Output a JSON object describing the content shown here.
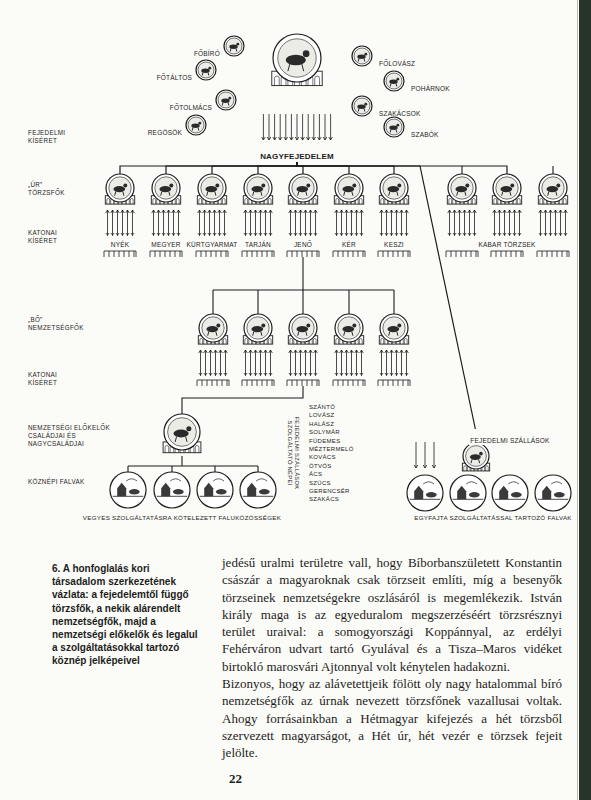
{
  "diagram": {
    "caption": "6. A honfoglalás kori társadalom szerkezetének vázlata: a fejedelemtől függő törzsfők, a nekik alárendelt nemzetségfők, majd a nemzetségi előkelők és legalul a szolgáltatásokkal tartozó köznép jelképeivel",
    "nodes": [
      {
        "text": [
          "NAGYFEJEDELEM"
        ]
      },
      {
        "text": [
          "FŐBÍRÓ"
        ]
      },
      {
        "text": [
          "FŐTÁLTOS"
        ]
      },
      {
        "text": [
          "FŐTOLMÁCS"
        ]
      },
      {
        "text": [
          "REGÖSÖK"
        ]
      },
      {
        "text": [
          "FŐLOVÁSZ"
        ]
      },
      {
        "text": [
          "POHÁRNOK"
        ]
      },
      {
        "text": [
          "SZAKÁCSOK"
        ]
      },
      {
        "text": [
          "SZABÓK"
        ]
      },
      {
        "text": [
          "NYÉK"
        ]
      },
      {
        "text": [
          "MEGYER"
        ]
      },
      {
        "text": [
          "KÜRTGYARMAT"
        ]
      },
      {
        "text": [
          "TARJÁN"
        ]
      },
      {
        "text": [
          "JENŐ"
        ]
      },
      {
        "text": [
          "KÉR"
        ]
      },
      {
        "text": [
          "KESZI"
        ]
      },
      {
        "text": [
          "KABAR TÖRZSEK"
        ]
      },
      {
        "text": [
          "FEJEDELMI SZÁLLÁSOK"
        ]
      }
    ],
    "edges": [
      {
        "from": 0,
        "to": 9,
        "arrow": "none"
      },
      {
        "from": 0,
        "to": 10,
        "arrow": "none"
      },
      {
        "from": 0,
        "to": 11,
        "arrow": "none"
      },
      {
        "from": 0,
        "to": 12,
        "arrow": "none"
      },
      {
        "from": 0,
        "to": 13,
        "arrow": "none"
      },
      {
        "from": 0,
        "to": 14,
        "arrow": "none"
      },
      {
        "from": 0,
        "to": 15,
        "arrow": "none"
      },
      {
        "from": 0,
        "to": 16,
        "arrow": "none"
      },
      {
        "from": 0,
        "to": 17,
        "arrow": "none"
      }
    ],
    "labels": [
      "FEJEDELMI KÍSÉRET",
      "„ÚR” TÖRZSFŐK",
      "KATONAI KÍSÉRET",
      "„BŐ” NEMZETSÉGFŐK",
      "KATONAI KÍSÉRET",
      "NEMZETSÉGI ELŐKELŐK CSALÁDJAI ÉS NAGYCSALÁDJAI",
      "KÖZNÉPI FALVAK",
      "FEJEDELMI SZÁLLÁSOK SZOLGÁLTATÓ NÉPEI",
      "SZÁNTÓ",
      "LOVÁSZ",
      "HALÁSZ",
      "SOLYMÁR",
      "FÜDEMES",
      "MÉZTERMELŐ",
      "KOVÁCS",
      "ÖTVÖS",
      "ÁCS",
      "SZŰCS",
      "GERENCSÉR",
      "SZAKÁCS",
      "VEGYES SZOLGÁLTATÁSRA KÖTELEZETT FALUKÖZÖSSÉGEK",
      "EGYFAJTA SZOLGÁLTATÁSSAL TARTOZÓ FALVAK",
      "jedésű uralmi területre vall, hogy Bíborbanszületett Konstantin császár a magyaroknak csak törzseit említi, míg a besenyők törzseinek nemzetségekre oszlásáról is megemlékezik. István király maga is az egyeduralom megszerzéséért törzsrésznyi terület uraival: a somogyországi Koppánnyal, az erdélyi Fehérváron udvart tartó Gyulával és a Tisza–Maros vidéket birtokló marosvári Ajtonnyal volt kénytelen hadakozni.",
      "Bizonyos, hogy az alávetettjeik fölött oly nagy hatalommal bíró nemzetségfők az úrnak nevezett törzsfőnek vazallusai voltak. Ahogy forrásainkban a Hétmagyar kifejezés a hét törzsből szervezett magyarságot, a Hét úr, hét vezér e törzsek fejeit jelölte.",
      "22"
    ]
  }
}
